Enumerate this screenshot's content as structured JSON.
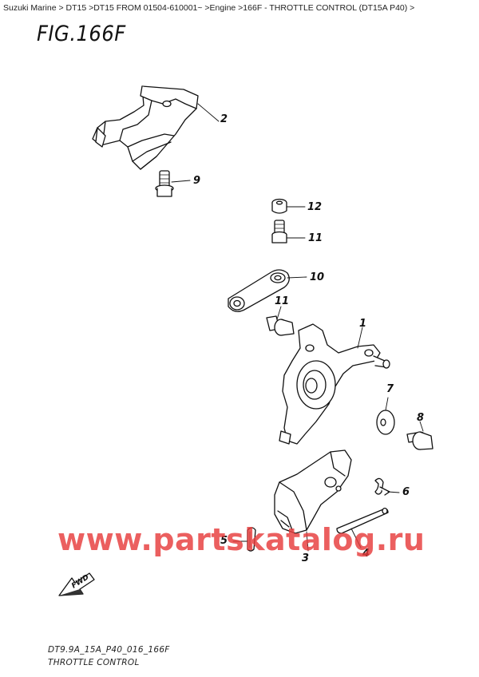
{
  "breadcrumb": "Suzuki Marine > DT15 >DT15 FROM 01504-610001~ >Engine >166F - THROTTLE CONTROL (DT15A P40) >",
  "figure_title": "FIG.166F",
  "parts": [
    {
      "num": "1"
    },
    {
      "num": "2"
    },
    {
      "num": "3"
    },
    {
      "num": "4"
    },
    {
      "num": "5"
    },
    {
      "num": "6"
    },
    {
      "num": "7"
    },
    {
      "num": "8"
    },
    {
      "num": "9"
    },
    {
      "num": "10"
    },
    {
      "num": "11"
    },
    {
      "num": "11"
    },
    {
      "num": "12"
    }
  ],
  "fwd_label": "FWD",
  "watermark": "www.partskatalog.ru",
  "footer": {
    "code": "DT9.9A_15A_P40_016_166F",
    "caption": "THROTTLE CONTROL"
  }
}
